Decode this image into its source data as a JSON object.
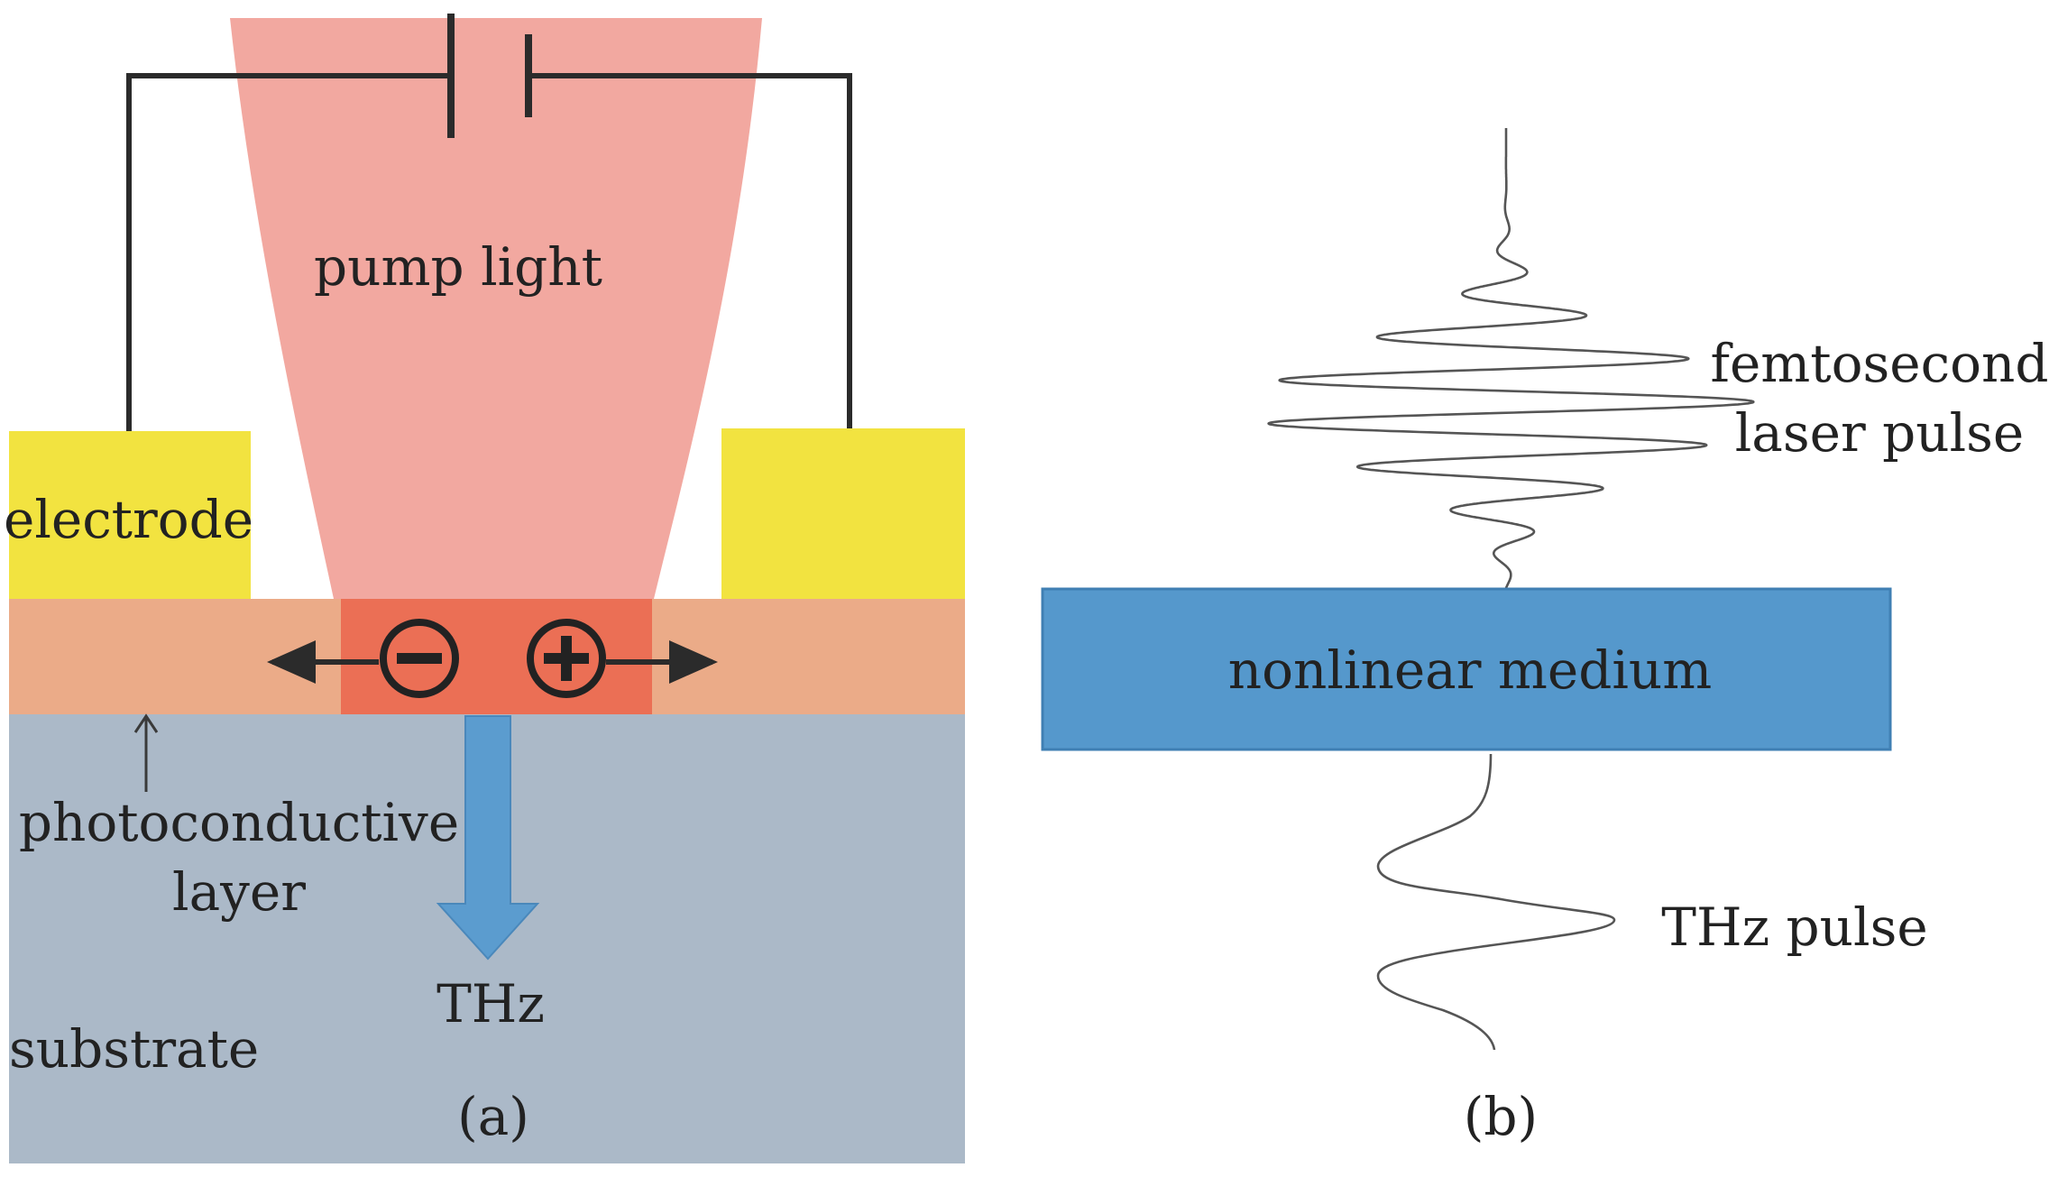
{
  "panel_a": {
    "pump_light_label": "pump light",
    "electrode_label": "electrode",
    "photoconductive_label_line1": "photoconductive",
    "photoconductive_label_line2": "layer",
    "substrate_label": "substrate",
    "thz_label": "THz",
    "caption": "(a)",
    "colors": {
      "pump_beam": "#f2a8a0",
      "excited_region": "#eb6f55",
      "electrode": "#f2e340",
      "photoconductive_layer": "#ebab88",
      "substrate": "#abb9c8",
      "thz_arrow": "#5b9ccf",
      "wire": "#2b2b2b"
    }
  },
  "panel_b": {
    "femtosecond_label_line1": "femtosecond",
    "femtosecond_label_line2": "laser pulse",
    "medium_label": "nonlinear medium",
    "thz_pulse_label": "THz pulse",
    "caption": "(b)",
    "colors": {
      "medium": "#5598cc",
      "medium_border": "#3f7fb3",
      "pulse_line": "#555555"
    }
  }
}
